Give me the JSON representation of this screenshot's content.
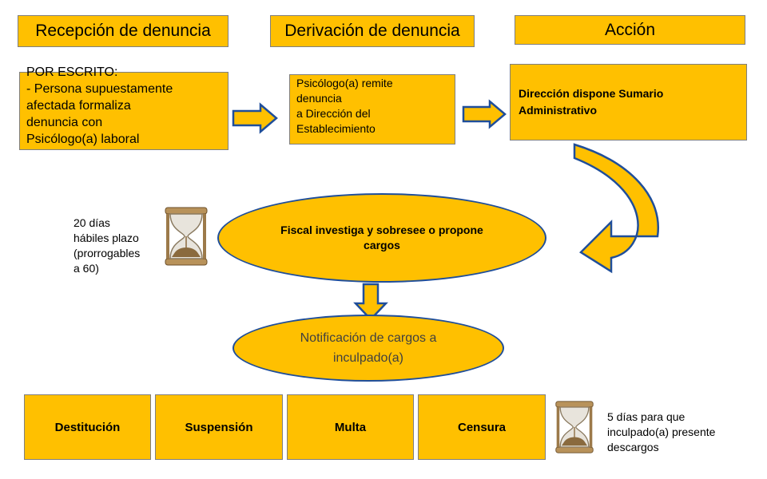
{
  "headers": {
    "reception": "Recepción de denuncia",
    "derivation": "Derivación de denuncia",
    "action": "Acción"
  },
  "boxes": {
    "written_title": "POR ESCRITO:",
    "written_line1": "-  Persona supuestamente",
    "written_line2": "afectada formaliza",
    "written_line3": "denuncia con",
    "written_line4": "Psicólogo(a)  laboral",
    "psych_line1": "Psicólogo(a) remite",
    "psych_line2": "denuncia",
    "psych_line3": "a  Dirección del",
    "psych_line4": "Establecimiento",
    "direction_line1": "Dirección  dispone Sumario",
    "direction_line2": "Administrativo"
  },
  "ellipses": {
    "fiscal_line1": "Fiscal investiga y sobresee o propone",
    "fiscal_line2": "cargos",
    "notification_line1": "Notificación de cargos a",
    "notification_line2": "inculpado(a)"
  },
  "timers": {
    "investigation_line1": "20 días",
    "investigation_line2": "hábiles plazo",
    "investigation_line3": "(prorrogables",
    "investigation_line4": "a 60)",
    "defense_line1": "5 días para que",
    "defense_line2": "inculpado(a) presente",
    "defense_line3": "descargos"
  },
  "outcomes": [
    "Destitución",
    "Suspensión",
    "Multa",
    "Censura"
  ],
  "colors": {
    "box_fill": "#FFC000",
    "ellipse_border": "#1f4e9a",
    "hourglass_frame": "#9c7a4a",
    "sand": "#8a6a3e"
  },
  "icons": [
    "arrow-right-icon",
    "curved-arrow-icon",
    "arrow-down-icon",
    "hourglass-icon"
  ]
}
